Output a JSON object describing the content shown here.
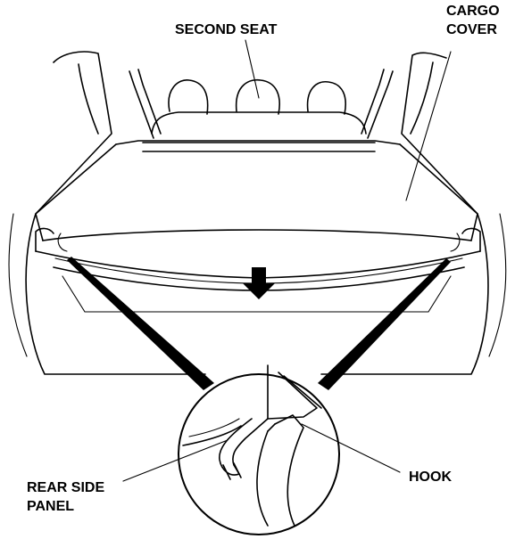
{
  "labels": {
    "second_seat": "SECOND SEAT",
    "cargo_cover_line1": "CARGO",
    "cargo_cover_line2": "COVER",
    "rear_side_panel_line1": "REAR SIDE",
    "rear_side_panel_line2": "PANEL",
    "hook": "HOOK"
  },
  "icons": {
    "direction_arrow": "down-arrow-icon"
  },
  "colors": {
    "line": "#000000",
    "background": "#ffffff"
  }
}
